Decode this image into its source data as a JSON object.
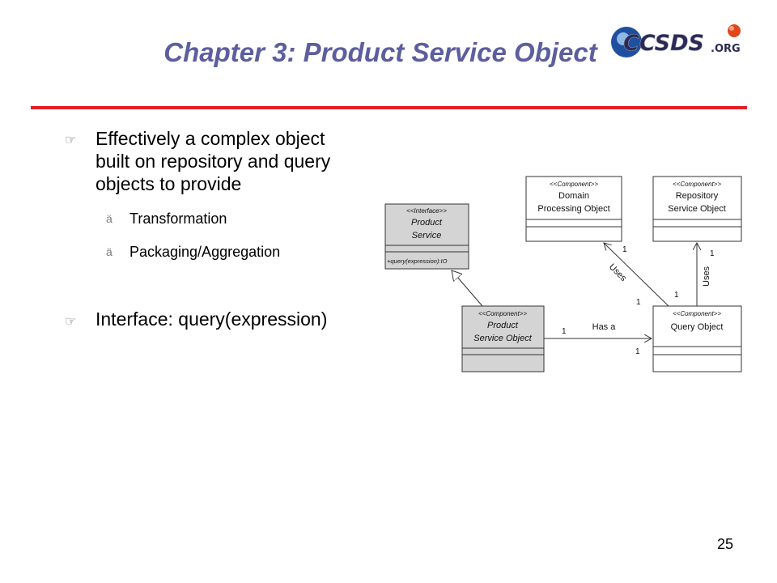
{
  "slide": {
    "title": "Chapter 3: Product Service Object",
    "logo_text": "CCSDS",
    "logo_suffix": ".ORG",
    "page_number": "25"
  },
  "bullets": [
    {
      "line1": "Effectively a complex object",
      "line2": "built on repository and query",
      "line3": "objects to provide"
    },
    {
      "sub1": "Transformation",
      "sub2": "Packaging/Aggregation"
    },
    {
      "text": "Interface: query(expression)"
    }
  ],
  "diagram": {
    "interface": {
      "stereotype": "<<Interface>>",
      "name1": "Product",
      "name2": "Service",
      "operation": "+query(expression):IO"
    },
    "domain": {
      "stereotype": "<<Component>>",
      "name1": "Domain",
      "name2": "Processing Object"
    },
    "repository": {
      "stereotype": "<<Component>>",
      "name1": "Repository",
      "name2": "Service Object"
    },
    "pso": {
      "stereotype": "<<Component>>",
      "name1": "Product",
      "name2": "Service Object"
    },
    "query": {
      "stereotype": "<<Component>>",
      "name1": "Query Object"
    },
    "relations": {
      "has_a": "Has a",
      "uses_domain": "Uses",
      "uses_repo": "Uses",
      "one": "1"
    }
  },
  "colors": {
    "title": "#5c5e9e",
    "rule": "#e41e26",
    "grey_box": "#d4d4d4"
  }
}
